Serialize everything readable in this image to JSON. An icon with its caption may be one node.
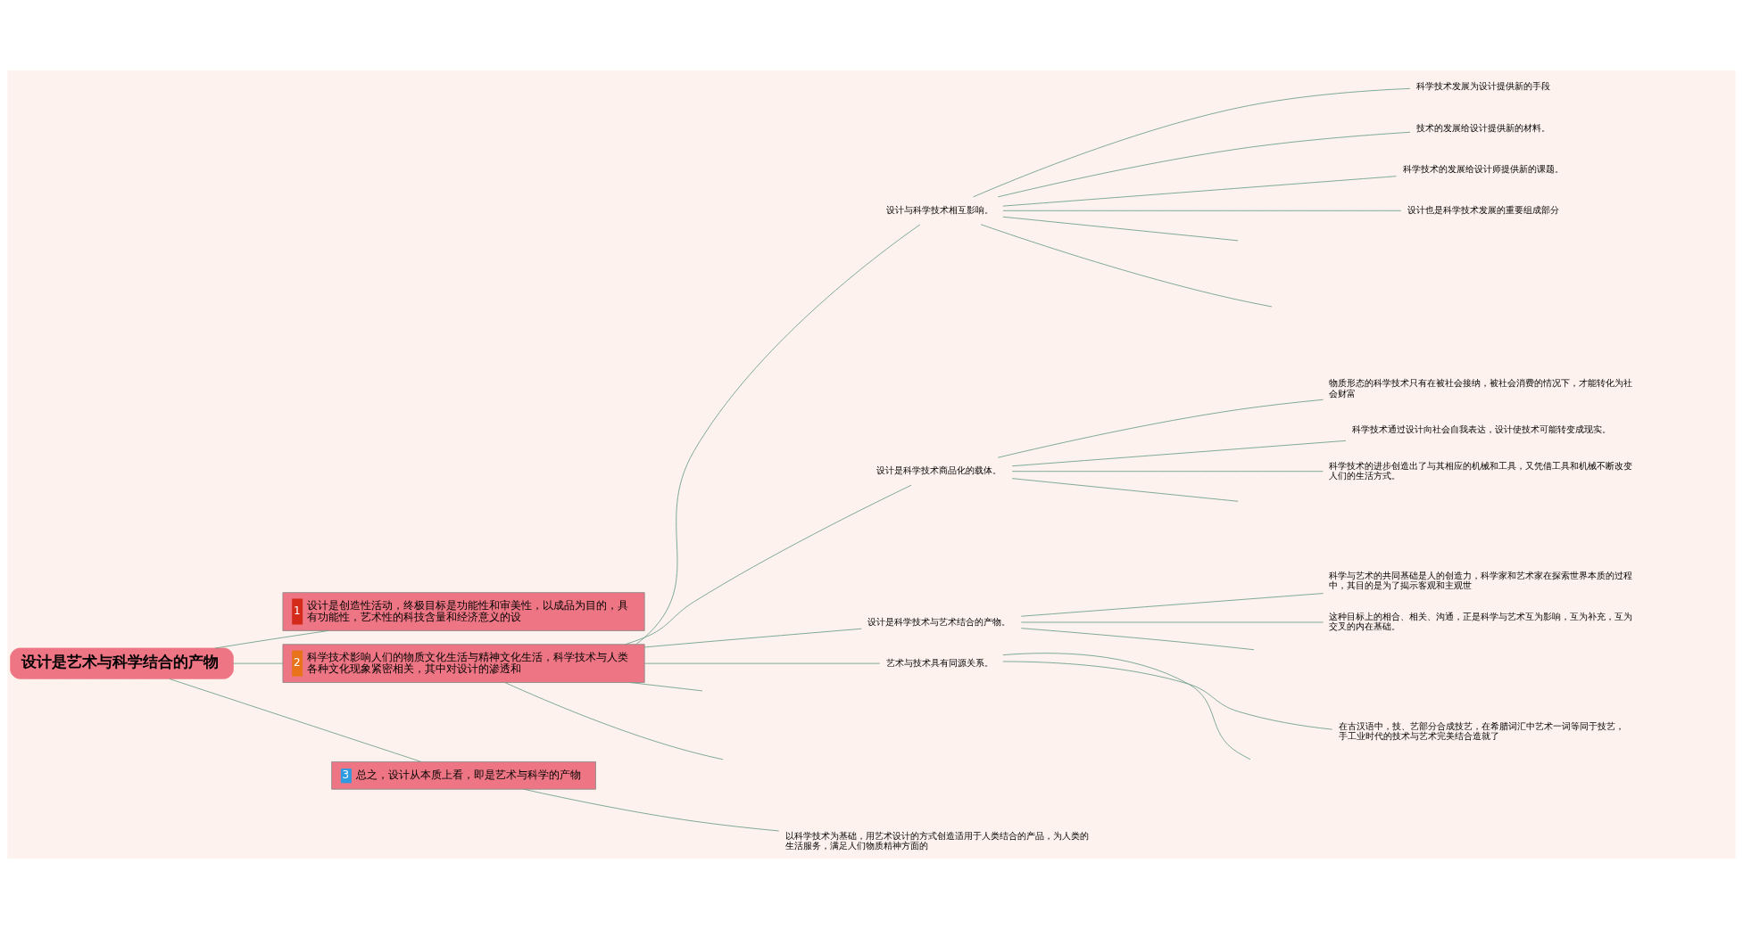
{
  "diagram": {
    "nodes": [
      {
        "text": [
          "设计是艺术与科学结合的产物"
        ]
      },
      {
        "text": [
          "1",
          "设计是创造性活动，终极目标是功能性和审美性，以成品为目的，具有功能性，艺术性的科技含量和经济意义的设"
        ]
      },
      {
        "text": [
          "2",
          "科学技术影响人们的物质文化生活与精神文化生活，科学技术与人类各种文化现象紧密相关，其中对设计的渗透和"
        ]
      },
      {
        "text": [
          "3",
          "总之，设计从本质上看，即是艺术与科学的产物"
        ]
      },
      {
        "text": [
          "设计与科学技术相互影响。"
        ]
      },
      {
        "text": [
          "科学技术发展为设计提供新的手段"
        ]
      },
      {
        "text": [
          "技术的发展给设计提供新的材料。"
        ]
      },
      {
        "text": [
          "科学技术的发展给设计师提供新的课题。"
        ]
      },
      {
        "text": [
          "设计也是科学技术发展的重要组成部分"
        ]
      },
      {
        "text": [
          "设计是科学技术商品化的载体。"
        ]
      },
      {
        "text": [
          "物质形态的科学技术只有在被社会接纳，被社会消费的情况下，才能转化为社会财富"
        ]
      },
      {
        "text": [
          "科学技术通过设计向社会自我表达，设计使技术可能转变成现实。"
        ]
      },
      {
        "text": [
          "科学技术的进步创造出了与其相应的机械和工具，又凭借工具和机械不断改变人们的生活方式。"
        ]
      },
      {
        "text": [
          "设计是科学技术与艺术结合的产物。"
        ]
      },
      {
        "text": [
          "科学与艺术的共同基础是人的创造力，科学家和艺术家在探索世界本质的过程中，其目的是为了揭示客观和主观世"
        ]
      },
      {
        "text": [
          "这种目标上的相合、相关、沟通，正是科学与艺术互为影响，互为补充，互为交叉的内在基础。"
        ]
      },
      {
        "text": [
          "艺术与技术具有同源关系。"
        ]
      },
      {
        "text": [
          "在古汉语中，技、艺部分合成技艺，在希腊词汇中艺术一词等同于技艺，手工业时代的技术与艺术完美结合造就了"
        ]
      },
      {
        "text": [
          "以科学技术为基础，用艺术设计的方式创造适用于人类结合的产品，为人类的生活服务，满足人们物质精神方面的"
        ]
      }
    ],
    "edges": [
      {
        "from": 0,
        "to": 1,
        "arrow": "none"
      },
      {
        "from": 0,
        "to": 2,
        "arrow": "none"
      },
      {
        "from": 0,
        "to": 3,
        "arrow": "none"
      },
      {
        "from": 2,
        "to": 4,
        "arrow": "none"
      },
      {
        "from": 4,
        "to": 5,
        "arrow": "none"
      },
      {
        "from": 4,
        "to": 6,
        "arrow": "none"
      },
      {
        "from": 4,
        "to": 7,
        "arrow": "none"
      },
      {
        "from": 4,
        "to": 8,
        "arrow": "none"
      },
      {
        "from": 4,
        "to": null,
        "arrow": "none"
      },
      {
        "from": 4,
        "to": null,
        "arrow": "none"
      },
      {
        "from": 2,
        "to": 9,
        "arrow": "none"
      },
      {
        "from": 9,
        "to": 10,
        "arrow": "none"
      },
      {
        "from": 9,
        "to": 11,
        "arrow": "none"
      },
      {
        "from": 9,
        "to": 12,
        "arrow": "none"
      },
      {
        "from": 9,
        "to": null,
        "arrow": "none"
      },
      {
        "from": 2,
        "to": 13,
        "arrow": "none"
      },
      {
        "from": 13,
        "to": 14,
        "arrow": "none"
      },
      {
        "from": 13,
        "to": 15,
        "arrow": "none"
      },
      {
        "from": 13,
        "to": null,
        "arrow": "none"
      },
      {
        "from": 2,
        "to": 16,
        "arrow": "none"
      },
      {
        "from": 16,
        "to": 17,
        "arrow": "none"
      },
      {
        "from": 16,
        "to": null,
        "arrow": "none"
      },
      {
        "from": 2,
        "to": null,
        "arrow": "none"
      },
      {
        "from": 2,
        "to": null,
        "arrow": "none"
      },
      {
        "from": 3,
        "to": 18,
        "arrow": "none"
      }
    ]
  }
}
